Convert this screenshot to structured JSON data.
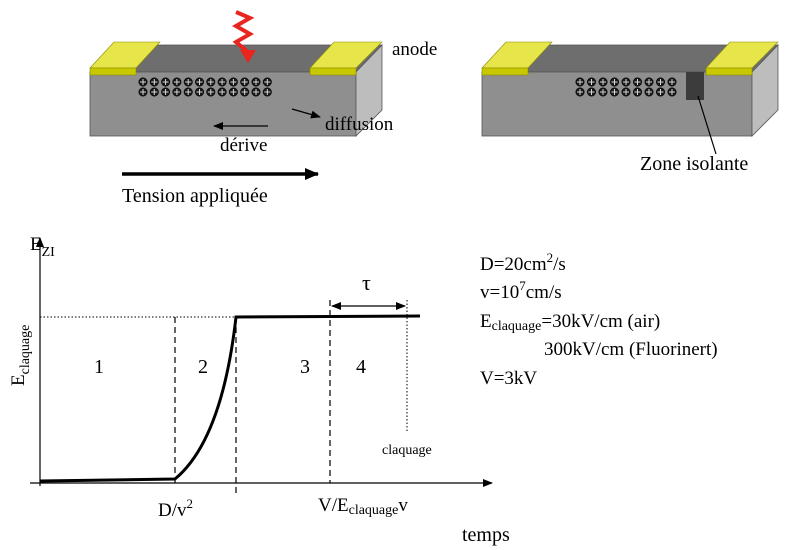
{
  "device_left": {
    "label_anode": "anode",
    "label_diffusion": "diffusion",
    "label_derive": "dérive",
    "label_tension": "Tension appliquée",
    "carrier_rows": 2,
    "carriers_per_row": 12
  },
  "device_right": {
    "label_zone": "Zone isolante",
    "carrier_rows": 2,
    "carriers_per_row": 9
  },
  "graph": {
    "ylabel_prefix": "E",
    "ylabel_sub": "ZI",
    "ytick_prefix": "E",
    "ytick_sub": "claquage",
    "xlabel": "temps",
    "xtick1": "D/v",
    "xtick1_sup": "2",
    "xtick2_main": "V/E",
    "xtick2_sub": "claquage",
    "xtick2_tail": "v",
    "region1": "1",
    "region2": "2",
    "region3": "3",
    "region4": "4",
    "tau": "τ",
    "breakdown": "claquage"
  },
  "params": {
    "d_main": "D=20cm",
    "d_sup": "2",
    "d_tail": "/s",
    "v_main": "v=10",
    "v_sup": "7",
    "v_tail": "cm/s",
    "e_prefix": "E",
    "e_sub": "claquage",
    "e_tail": "=30kV/cm (air)",
    "e_line2": "300kV/cm (Fluorinert)",
    "voltage": "V=3kV"
  },
  "colors": {
    "device_front": "#8f8f8f",
    "device_top": "#6e6e6e",
    "device_side": "#bdbdbd",
    "electrode_front": "#c8c800",
    "electrode_top": "#e6e64a",
    "photon": "#e8251f",
    "insulating_zone": "#3c3c3c"
  }
}
